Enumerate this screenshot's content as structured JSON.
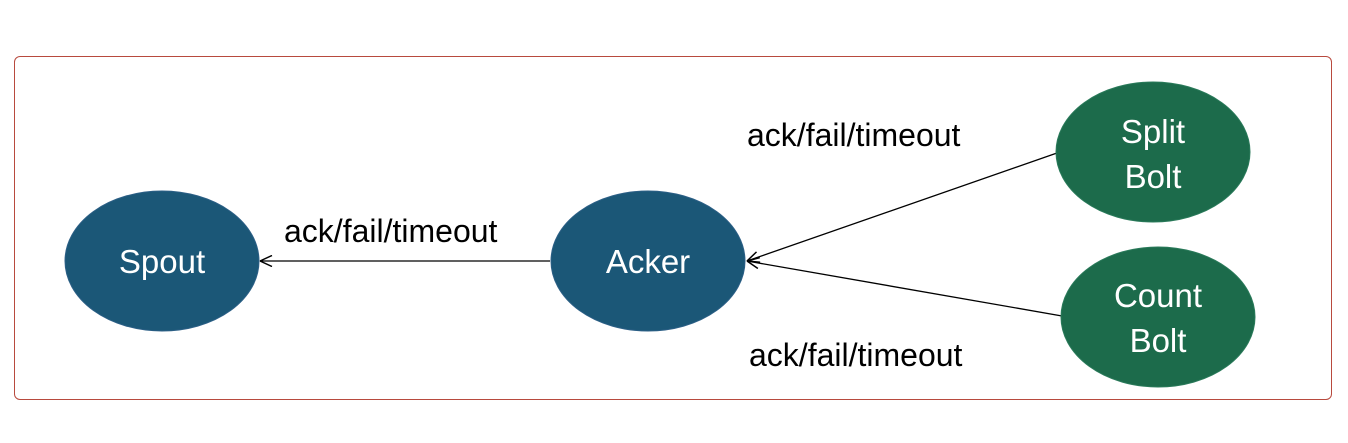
{
  "nodes": {
    "spout": {
      "lines": [
        "Spout"
      ],
      "color": "#1b5777"
    },
    "acker": {
      "lines": [
        "Acker"
      ],
      "color": "#1b5777"
    },
    "split_bolt": {
      "lines": [
        "Split",
        "Bolt"
      ],
      "color": "#1c6b4b"
    },
    "count_bolt": {
      "lines": [
        "Count",
        "Bolt"
      ],
      "color": "#1c6b4b"
    }
  },
  "edges": {
    "acker_to_spout": {
      "label": "ack/fail/timeout"
    },
    "split_to_acker": {
      "label": "ack/fail/timeout"
    },
    "count_to_acker": {
      "label": "ack/fail/timeout"
    }
  },
  "colors": {
    "frame_border": "#b84a3e",
    "edge": "#000000",
    "node_text": "#ffffff"
  }
}
